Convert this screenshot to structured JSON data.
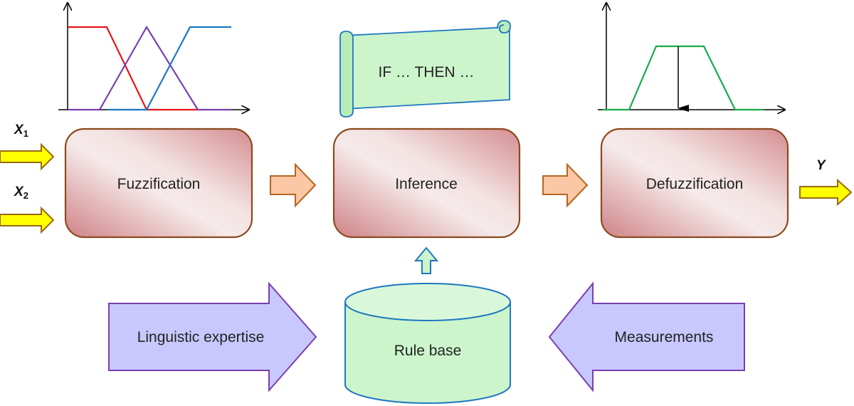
{
  "inputs": {
    "x1": {
      "letter": "X",
      "sub": "1"
    },
    "x2": {
      "letter": "X",
      "sub": "2"
    }
  },
  "output": {
    "label": "Y"
  },
  "blocks": {
    "fuzzification": "Fuzzification",
    "inference": "Inference",
    "defuzzification": "Defuzzification"
  },
  "scroll": {
    "text": "IF … THEN …"
  },
  "rule_base": {
    "label": "Rule base"
  },
  "sources": {
    "left": "Linguistic expertise",
    "right": "Measurements"
  },
  "colors": {
    "block_border": "#8b4a1e",
    "block_fill_dark": "#d38a8e",
    "block_fill_light": "#f5e8e8",
    "input_arrow_fill": "#ffff00",
    "input_arrow_stroke": "#9a6a10",
    "flow_arrow_fill": "#fbc7a4",
    "flow_arrow_stroke": "#b5651d",
    "membership_low": "#e8141b",
    "membership_mid": "#7a3fb0",
    "membership_high": "#1f77c0",
    "output_set": "#1aaa4a",
    "green_fill": "#ccf5cc",
    "blue_stroke": "#1f77c0",
    "purple_fill": "#c8c8ff",
    "purple_stroke": "#7a3fb0"
  }
}
